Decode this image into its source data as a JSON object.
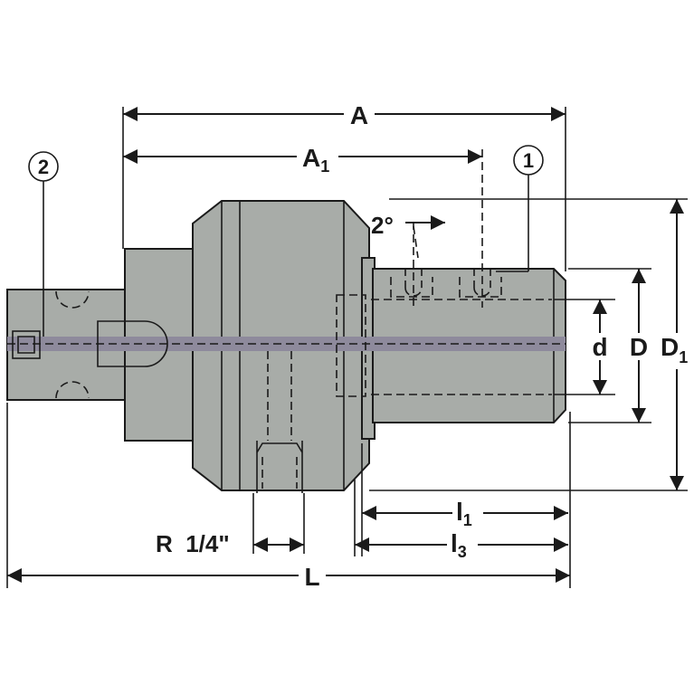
{
  "diagram": {
    "colors": {
      "body_fill": "#a8aca8",
      "line": "#1a1a1a",
      "axis": "#8e8a9c",
      "background": "#ffffff"
    },
    "dimensions": {
      "A": "A",
      "A1": {
        "main": "A",
        "sub": "1"
      },
      "L": "L",
      "l1": {
        "main": "l",
        "sub": "1"
      },
      "l3": {
        "main": "l",
        "sub": "3"
      },
      "d": "d",
      "D": "D",
      "D1": {
        "main": "D",
        "sub": "1"
      },
      "thread": "R  1/4\"",
      "angle": "2°"
    },
    "callouts": {
      "item1": "1",
      "item2": "2"
    }
  }
}
